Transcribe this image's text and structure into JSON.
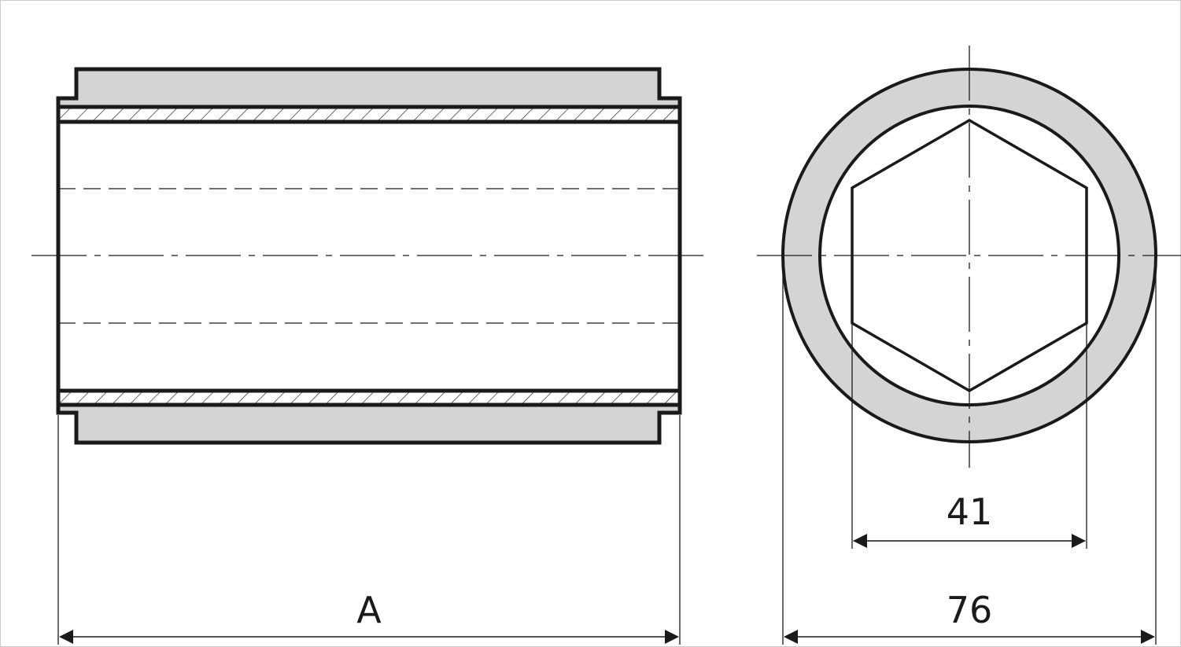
{
  "drawing": {
    "side_view": {
      "dimension_label": "A"
    },
    "end_view": {
      "hex_dimension_label": "41",
      "outer_dimension_label": "76"
    }
  },
  "colors": {
    "line": "#1a1a1a",
    "fill": "#d3d4d6"
  }
}
